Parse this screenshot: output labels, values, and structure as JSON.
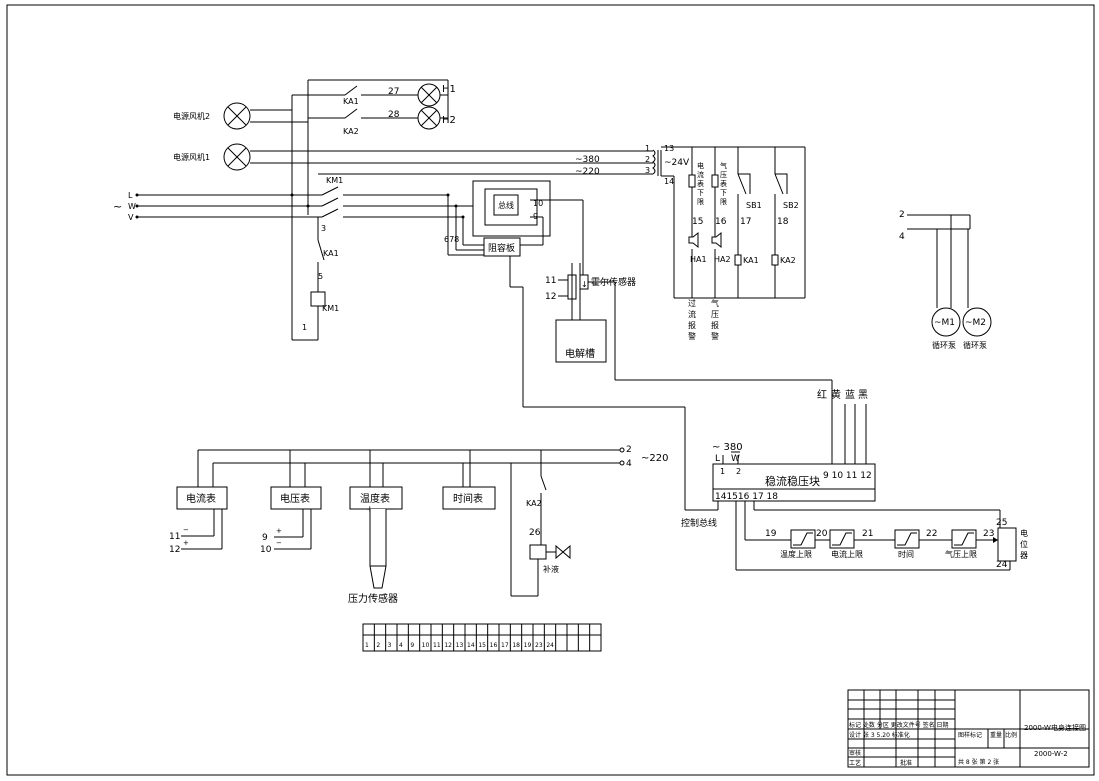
{
  "supply": {
    "phase_L": "L",
    "phase_W": "W",
    "phase_V": "V",
    "tilde": "~",
    "v380": "~380",
    "v220": "~220",
    "v24": "~24V",
    "ac380": "~ 380",
    "ac220": "~220"
  },
  "lamps": {
    "fan2": "电源风机2",
    "fan1": "电源风机1",
    "h1": "H1",
    "h2": "H2",
    "ka1": "KA1",
    "ka2": "KA2",
    "w27": "27",
    "w28": "28"
  },
  "contactor": {
    "km1_top": "KM1",
    "km1_coil": "KM1",
    "ka1": "KA1",
    "n3": "3",
    "n5": "5",
    "n1": "1"
  },
  "bus": {
    "zongxian": "总线",
    "zusai": "阻容板",
    "n678": "678",
    "n10": "10",
    "n9": "9"
  },
  "hall": {
    "label": "霍尔传感器",
    "n11": "11",
    "n12": "12",
    "tank": "电解槽"
  },
  "transformer": {
    "n1": "1",
    "n2": "2",
    "n3": "3",
    "n13": "13",
    "n14": "14"
  },
  "alarms": {
    "ammeter_low_lines": [
      "电",
      "流",
      "表",
      "下",
      "限"
    ],
    "pressure_low_lines": [
      "气",
      "压",
      "表",
      "下",
      "限"
    ],
    "n15": "15",
    "n16": "16",
    "n17": "17",
    "n18": "18",
    "sb1": "SB1",
    "sb2": "SB2",
    "ha1": "HA1",
    "ha2": "HA2",
    "ka1": "KA1",
    "ka2": "KA2",
    "overcurrent_lines": [
      "过",
      "流",
      "报",
      "警"
    ],
    "pressure_alarm_lines": [
      "气",
      "压",
      "报",
      "警"
    ]
  },
  "pumps": {
    "n2": "2",
    "n4": "4",
    "m1": "~M1",
    "m2": "~M2",
    "pump1": "循环泵",
    "pump2": "循环泵"
  },
  "wire_colors": {
    "red": "红",
    "yellow": "黄",
    "blue": "蓝",
    "black": "黑"
  },
  "meters": {
    "ammeter": "电流表",
    "voltmeter": "电压表",
    "thermometer": "温度表",
    "timer": "时间表",
    "bus2": "2",
    "bus4": "4",
    "a11": "11",
    "a12": "12",
    "v9": "9",
    "v10": "10",
    "plus": "+",
    "minus": "−",
    "pressure_sensor": "压力传感器",
    "ka2": "KA2",
    "n26": "26",
    "replenish": "补液"
  },
  "regulator": {
    "title": "稳流稳压块",
    "L": "L",
    "W": "W",
    "t1": "1",
    "t2": "2",
    "right_terms": "9 10 11 12",
    "bottom_terms": "141516 17 18",
    "control_bus": "控制总线"
  },
  "interlock": {
    "n19": "19",
    "n20": "20",
    "n21": "21",
    "n22": "22",
    "n23": "23",
    "n24": "24",
    "n25": "25",
    "temp_upper": "温度上限",
    "current_upper": "电流上限",
    "time": "时间",
    "pressure_upper": "气压上限",
    "potentiometer_lines": [
      "电",
      "位",
      "器"
    ]
  },
  "terminal_strip": [
    "1",
    "2",
    "3",
    "4",
    "9",
    "10",
    "11",
    "12",
    "13",
    "14",
    "15",
    "16",
    "17",
    "18",
    "19",
    "23",
    "24",
    "",
    "",
    "",
    ""
  ],
  "title_block": {
    "drawing_name": "2000-W电身连接图",
    "drawing_no": "2000-W-2",
    "marks": "图样标记",
    "weight": "重量",
    "scale": "比例",
    "sheets": "共 8 张  第 2 张",
    "row_a": "标记 处数  分区  更改文件号  签名  日期",
    "row_b": "设计 张 3 5.20  标准化",
    "row_c": "审核",
    "row_d": "工艺",
    "approve": "批准"
  }
}
